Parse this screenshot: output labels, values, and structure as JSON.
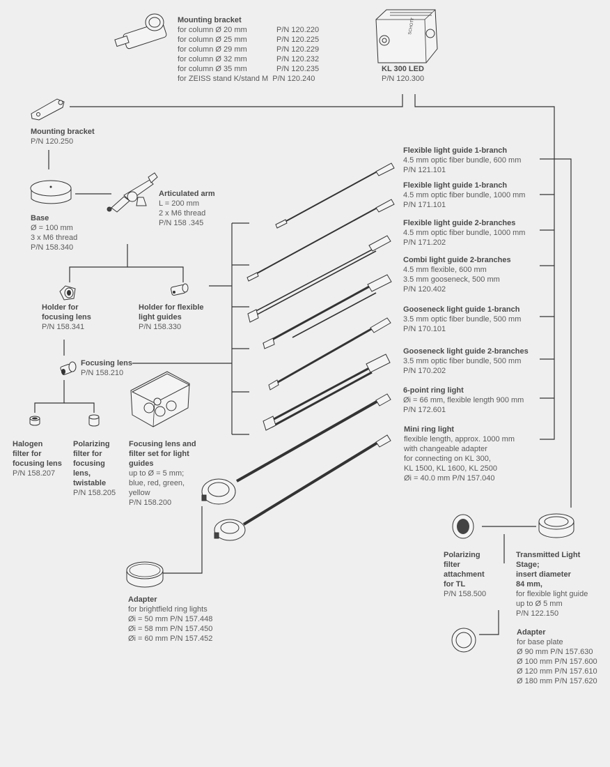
{
  "mounting_bracket_top": {
    "title": "Mounting bracket",
    "rows": [
      {
        "desc": "for column Ø 20 mm",
        "pn": "P/N 120.220"
      },
      {
        "desc": "for column Ø 25 mm",
        "pn": "P/N 120.225"
      },
      {
        "desc": "for column Ø 29 mm",
        "pn": "P/N 120.229"
      },
      {
        "desc": "for column Ø 32 mm",
        "pn": "P/N 120.232"
      },
      {
        "desc": "for column Ø 35 mm",
        "pn": "P/N 120.235"
      },
      {
        "desc": "for ZEISS stand K/stand M",
        "pn": "P/N 120.240"
      }
    ]
  },
  "kl300": {
    "title": "KL 300 LED",
    "pn": "P/N 120.300",
    "brand": "SCHOTT"
  },
  "mounting_bracket_left": {
    "title": "Mounting bracket",
    "pn": "P/N 120.250"
  },
  "base": {
    "title": "Base",
    "lines": [
      "Ø = 100 mm",
      "3 x M6 thread",
      "P/N 158.340"
    ]
  },
  "articulated_arm": {
    "title": "Articulated arm",
    "lines": [
      "L = 200 mm",
      "2 x M6 thread",
      "P/N 158 .345"
    ]
  },
  "holder_focusing": {
    "title": "Holder for focusing lens",
    "title_lines": [
      "Holder for",
      "focusing lens"
    ],
    "pn": "P/N 158.341"
  },
  "holder_flexible": {
    "title_lines": [
      "Holder for flexible",
      "light guides"
    ],
    "pn": "P/N 158.330"
  },
  "focusing_lens": {
    "title": "Focusing lens",
    "pn": "P/N 158.210"
  },
  "halogen_filter": {
    "title_lines": [
      "Halogen",
      "filter for",
      "focusing lens"
    ],
    "pn": "P/N 158.207"
  },
  "polarizing_filter": {
    "title_lines": [
      "Polarizing",
      "filter for",
      "focusing",
      "lens,",
      "twistable"
    ],
    "pn": "P/N 158.205"
  },
  "lens_filter_set": {
    "title_lines": [
      "Focusing lens and",
      "filter set for light",
      "guides"
    ],
    "lines": [
      "up to Ø = 5 mm;",
      "blue, red, green,",
      "yellow",
      "P/N 158.200"
    ]
  },
  "guides": [
    {
      "title": "Flexible light guide 1-branch",
      "lines": [
        "4.5 mm optic fiber bundle, 600 mm",
        "P/N 121.101"
      ]
    },
    {
      "title": "Flexible light guide 1-branch",
      "lines": [
        "4.5 mm optic fiber bundle, 1000 mm",
        "P/N 171.101"
      ]
    },
    {
      "title": "Flexible light guide 2-branches",
      "lines": [
        "4.5 mm optic fiber bundle, 1000 mm",
        "P/N 171.202"
      ]
    },
    {
      "title": "Combi light guide 2-branches",
      "lines": [
        "4.5 mm flexible, 600 mm",
        "3.5 mm gooseneck, 500 mm",
        "P/N 120.402"
      ]
    },
    {
      "title": "Gooseneck light guide 1-branch",
      "lines": [
        "3.5 mm optic fiber bundle, 500 mm",
        "P/N 170.101"
      ]
    },
    {
      "title": "Gooseneck light guide 2-branches",
      "lines": [
        "3.5 mm optic fiber bundle, 500 mm",
        "P/N 170.202"
      ]
    },
    {
      "title": "6-point ring light",
      "lines": [
        "Øi = 66 mm, flexible length 900 mm",
        "P/N 172.601"
      ]
    },
    {
      "title": "Mini ring light",
      "lines": [
        "flexible length, approx. 1000 mm",
        "with changeable adapter",
        "for connecting on KL 300,",
        "KL 1500, KL 1600, KL 2500",
        "Øi = 40.0 mm  P/N 157.040"
      ]
    }
  ],
  "adapter_ring": {
    "title": "Adapter",
    "lines": [
      "for brightfield ring lights",
      "Øi = 50 mm  P/N 157.448",
      "Øi = 58 mm  P/N 157.450",
      "Øi = 60 mm  P/N 157.452"
    ]
  },
  "polarizing_tl": {
    "title_lines": [
      "Polarizing",
      "filter",
      "attachment",
      "for TL"
    ],
    "pn": "P/N 158.500"
  },
  "transmitted_stage": {
    "title_lines": [
      "Transmitted Light",
      "Stage;",
      "insert diameter",
      "84 mm,"
    ],
    "lines": [
      "for flexible light guide",
      "up to Ø 5 mm",
      "P/N 122.150"
    ]
  },
  "adapter_base": {
    "title": "Adapter",
    "lines": [
      "for base plate",
      "Ø 90 mm   P/N 157.630",
      "Ø 100 mm  P/N 157.600",
      "Ø 120 mm  P/N 157.610",
      "Ø 180 mm  P/N 157.620"
    ]
  }
}
